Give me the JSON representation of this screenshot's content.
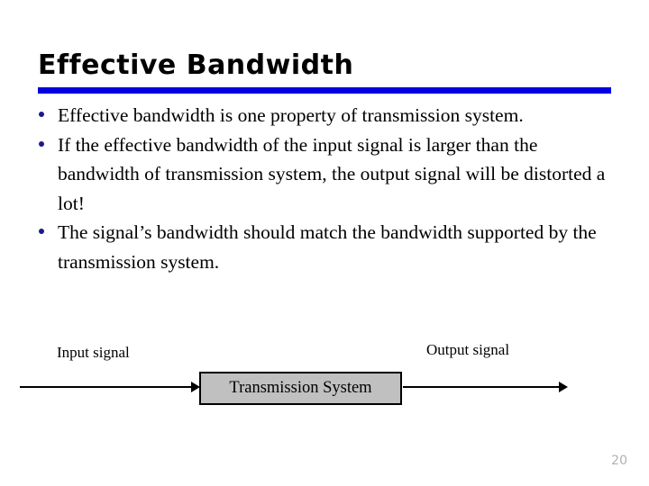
{
  "slide": {
    "title": "Effective Bandwidth",
    "page_number": "20",
    "accent_color": "#0000e0",
    "bullet_color": "#1a1a8c",
    "background_color": "#ffffff"
  },
  "bullets": [
    {
      "text": "Effective bandwidth is one property of transmission system."
    },
    {
      "text": "If the effective bandwidth of the input signal is larger than the bandwidth of transmission system, the output signal will be distorted a lot!"
    },
    {
      "text": "The signal’s bandwidth should match the bandwidth supported by the transmission system."
    }
  ],
  "diagram": {
    "input_label": "Input signal",
    "output_label": "Output signal",
    "box_label": "Transmission System",
    "box_fill_color": "#c0c0c0",
    "box_border_color": "#000000",
    "arrow_color": "#000000"
  }
}
